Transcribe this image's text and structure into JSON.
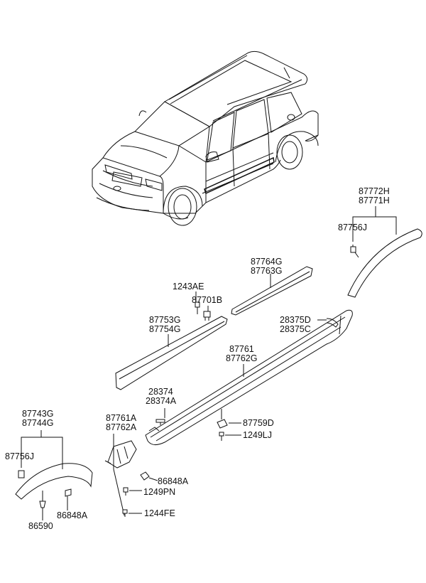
{
  "diagram": {
    "labels": {
      "arch_rear_a": "87772H",
      "arch_rear_b": "87771H",
      "clip_rear": "87756J",
      "door_upper_a": "87764G",
      "door_upper_b": "87763G",
      "screw_a": "1243AE",
      "clip_b": "87701B",
      "door_lower_a": "87753G",
      "door_lower_b": "87754G",
      "bracket_a": "28375D",
      "bracket_b": "28375C",
      "sill_a": "87761",
      "sill_b": "87762G",
      "mount_a": "28374",
      "mount_b": "28374A",
      "arch_front_a": "87743G",
      "arch_front_b": "87744G",
      "clip_front": "87756J",
      "sill_end_a": "87761A",
      "sill_end_b": "87762A",
      "clip_d": "87759D",
      "screw_lj": "1249LJ",
      "nut_a": "86848A",
      "screw_pn": "1249PN",
      "screw_fe": "1244FE",
      "nut_front": "86848A",
      "grommet": "86590"
    }
  }
}
